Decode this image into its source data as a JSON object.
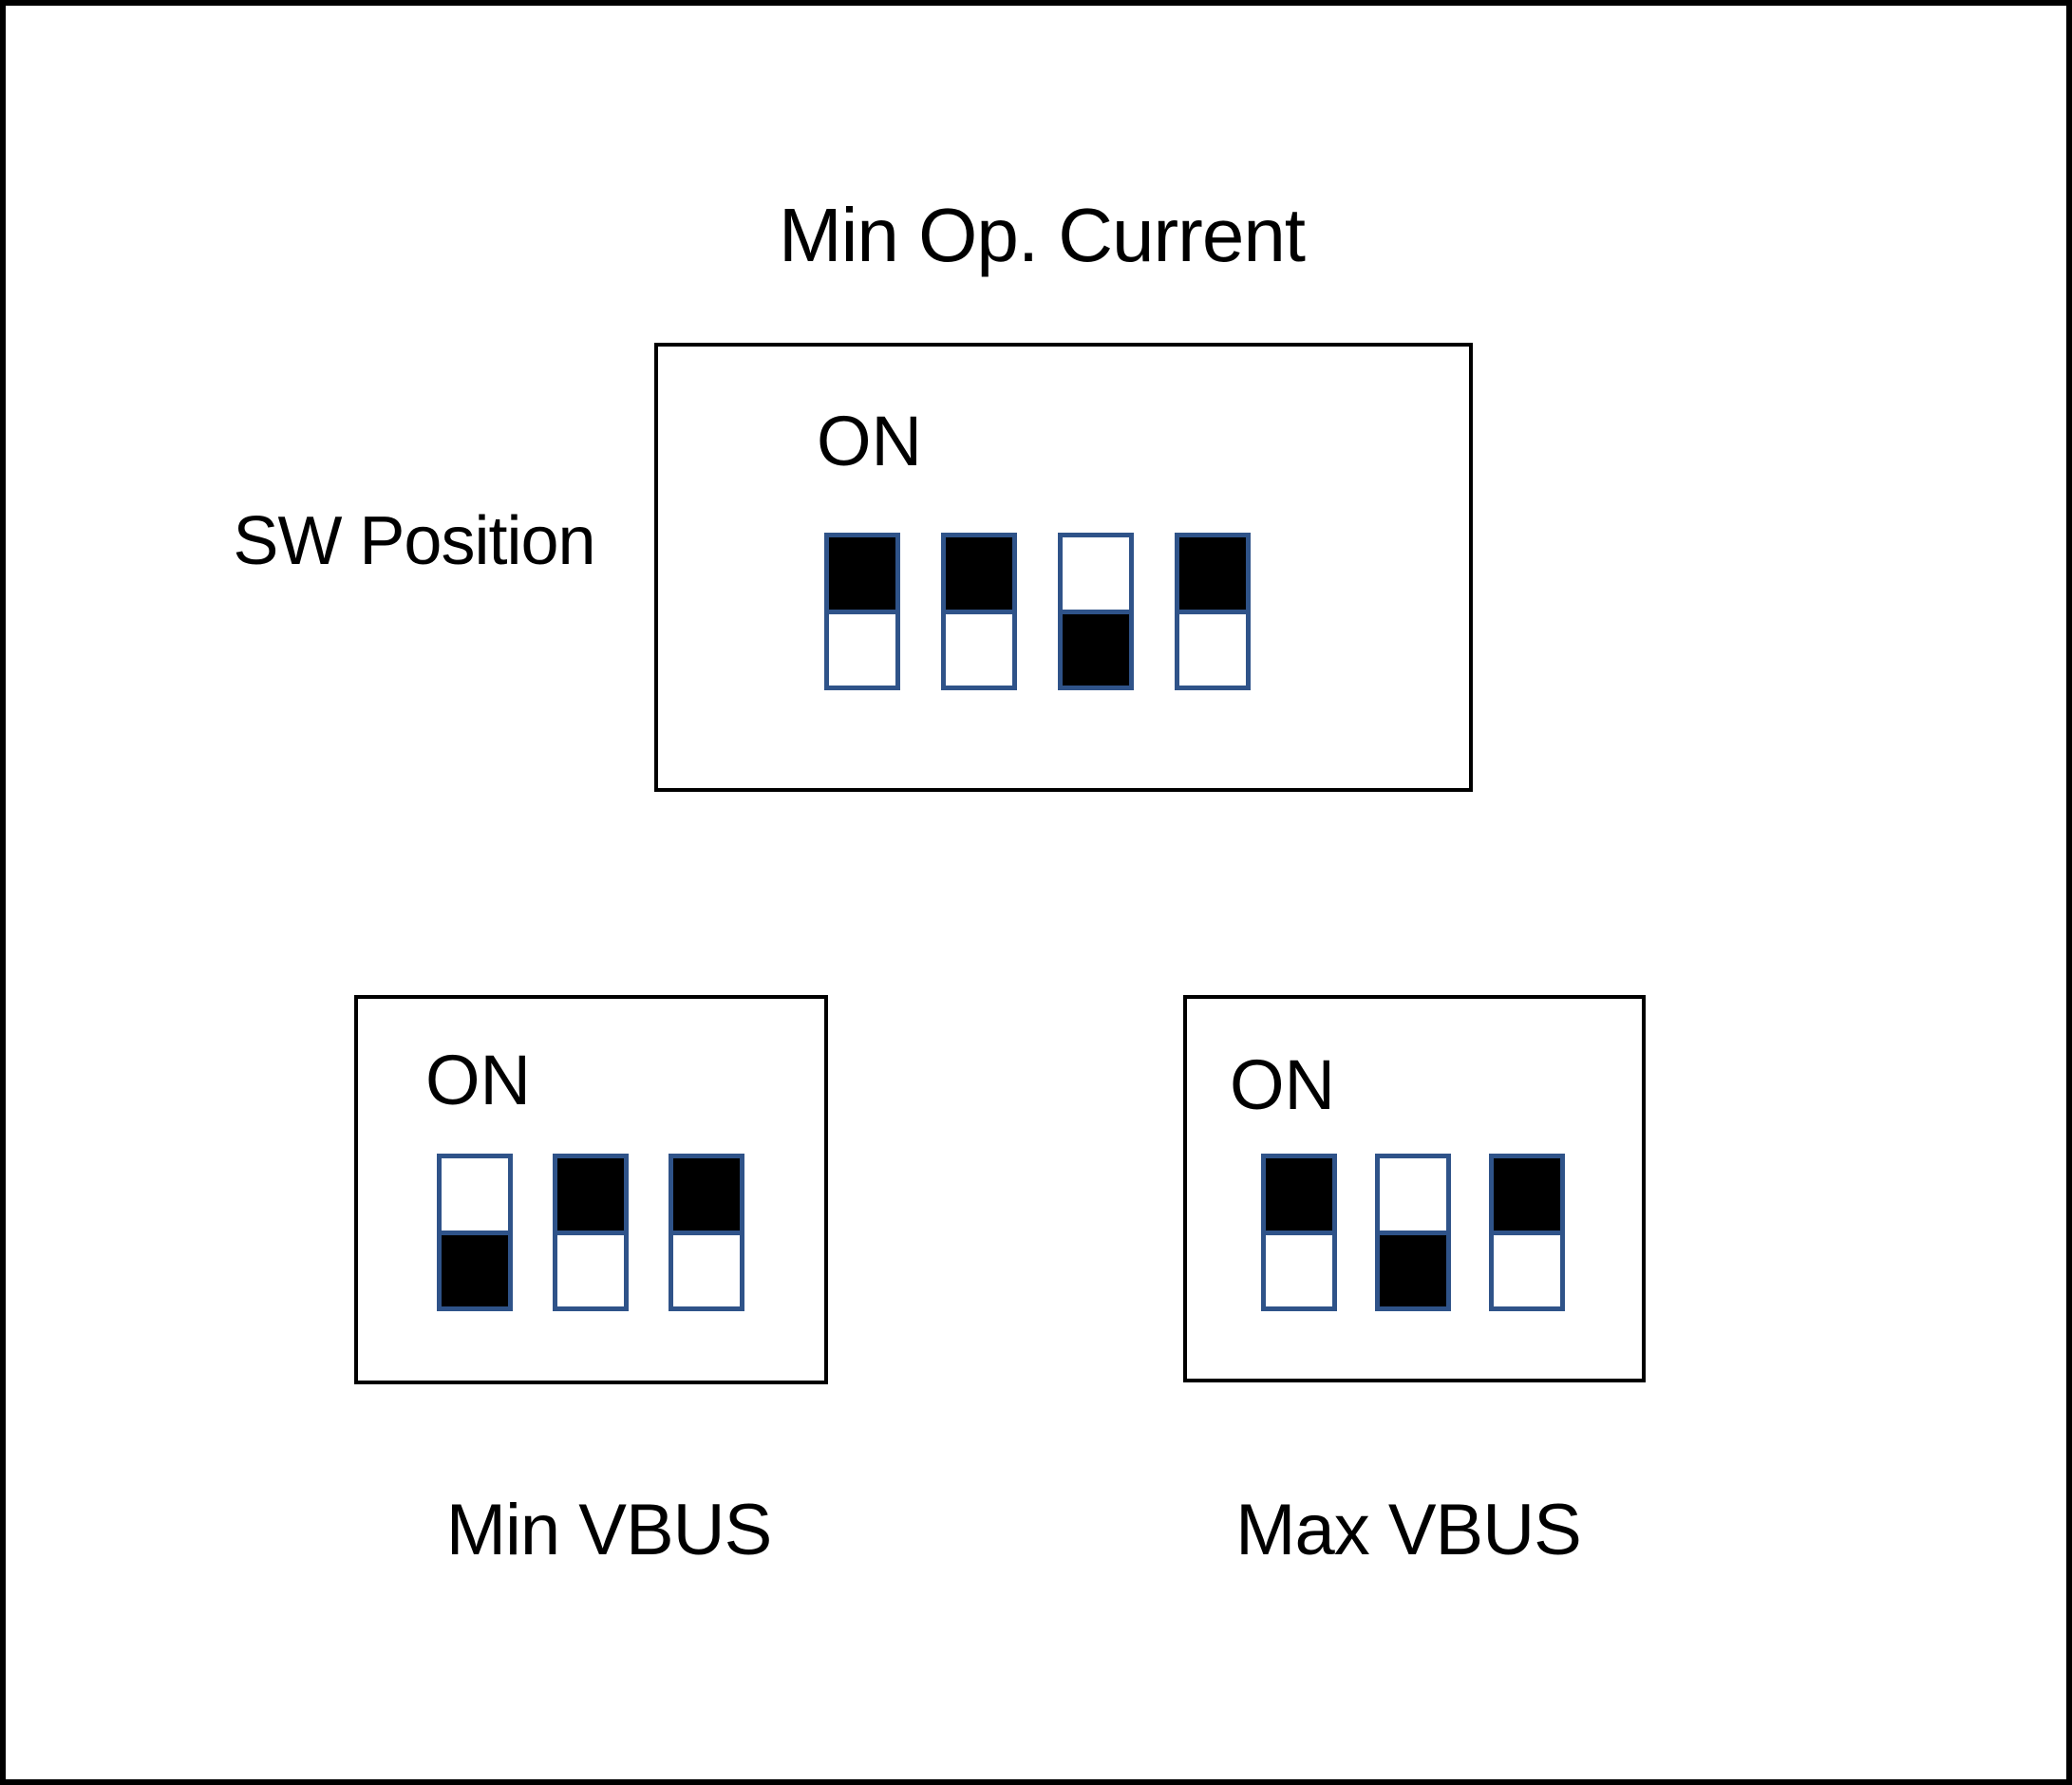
{
  "figure": {
    "row_label": "SW Position"
  },
  "colors": {
    "background": "#FFFFFF",
    "frame_border": "#000000",
    "text": "#000000",
    "switch_border": "#2F5389",
    "switch_on_fill": "#000000",
    "switch_off_fill": "#FFFFFF"
  },
  "dip_groups": [
    {
      "name": "sw-position",
      "caption": "Min Op. Current",
      "caption_position": "top",
      "on_label": "ON",
      "switches": [
        "ON",
        "ON",
        "OFF",
        "ON"
      ]
    },
    {
      "name": "min-vbus",
      "caption": "Min VBUS",
      "caption_position": "bottom",
      "on_label": "ON",
      "switches": [
        "OFF",
        "ON",
        "ON"
      ]
    },
    {
      "name": "max-vbus",
      "caption": "Max VBUS",
      "caption_position": "bottom",
      "on_label": "ON",
      "switches": [
        "ON",
        "OFF",
        "ON"
      ]
    }
  ]
}
